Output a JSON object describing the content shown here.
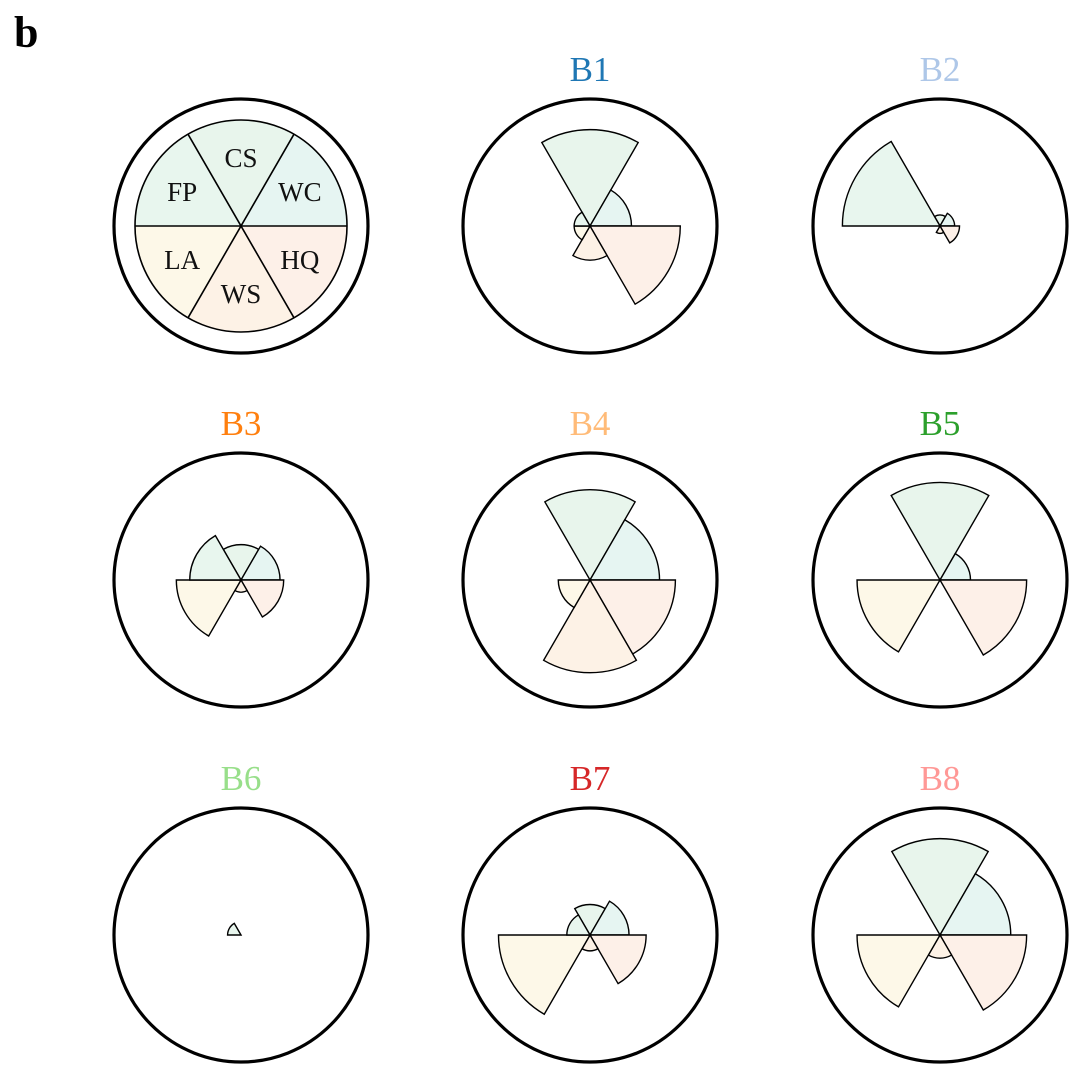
{
  "panel_label": "b",
  "legend": {
    "segments": [
      {
        "label": "CS",
        "group": "top",
        "fill": "#e8f5ec"
      },
      {
        "label": "WC",
        "group": "top",
        "fill": "#e6f5f2"
      },
      {
        "label": "HQ",
        "group": "bottom",
        "fill": "#fdf0e8"
      },
      {
        "label": "WS",
        "group": "bottom",
        "fill": "#fdf2e6"
      },
      {
        "label": "LA",
        "group": "bottom",
        "fill": "#fdf8e8"
      },
      {
        "label": "FP",
        "group": "top",
        "fill": "#e8f6ee"
      }
    ]
  },
  "chart_data": {
    "type": "radial-bar",
    "categories": [
      "CS",
      "WC",
      "HQ",
      "WS",
      "LA",
      "FP"
    ],
    "scale_max": 1,
    "series": [
      {
        "name": "B1",
        "color": "#1f77b4",
        "values": [
          0.79,
          0.34,
          0.74,
          0.28,
          0.13,
          0.13
        ]
      },
      {
        "name": "B2",
        "color": "#aec7e8",
        "values": [
          0.09,
          0.12,
          0.16,
          0.06,
          0.0,
          0.8
        ]
      },
      {
        "name": "B3",
        "color": "#ff7f0e",
        "values": [
          0.29,
          0.32,
          0.35,
          0.1,
          0.53,
          0.42
        ]
      },
      {
        "name": "B4",
        "color": "#ffbb78",
        "values": [
          0.74,
          0.57,
          0.7,
          0.76,
          0.26,
          0.0
        ]
      },
      {
        "name": "B5",
        "color": "#2ca02c",
        "values": [
          0.8,
          0.25,
          0.71,
          0.0,
          0.68,
          0.0
        ]
      },
      {
        "name": "B6",
        "color": "#98df8a",
        "values": [
          0.0,
          0.0,
          0.0,
          0.0,
          0.0,
          0.11
        ]
      },
      {
        "name": "B7",
        "color": "#d62728",
        "values": [
          0.25,
          0.32,
          0.46,
          0.13,
          0.75,
          0.19
        ]
      },
      {
        "name": "B8",
        "color": "#ff9896",
        "values": [
          0.79,
          0.58,
          0.71,
          0.19,
          0.68,
          0.0
        ]
      }
    ]
  }
}
